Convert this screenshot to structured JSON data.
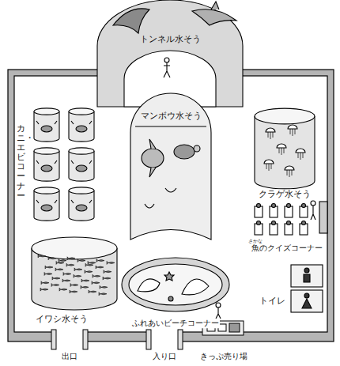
{
  "diagram": {
    "nodes": [
      {
        "text": [
          "トンネル水そう"
        ]
      },
      {
        "text": [
          "マンボウ水そう"
        ]
      },
      {
        "text": [
          "カニ・エビコーナー"
        ]
      },
      {
        "text": [
          "クラゲ水そう"
        ]
      },
      {
        "text": [
          "魚のクイズコーナー"
        ]
      },
      {
        "text": [
          "トイレ"
        ]
      },
      {
        "text": [
          "イワシ水そう"
        ]
      },
      {
        "text": [
          "ふれあいビーチコーナー"
        ]
      }
    ],
    "labels": [
      "さかな",
      "出口",
      "入り口",
      "きっぷ売り場"
    ]
  }
}
